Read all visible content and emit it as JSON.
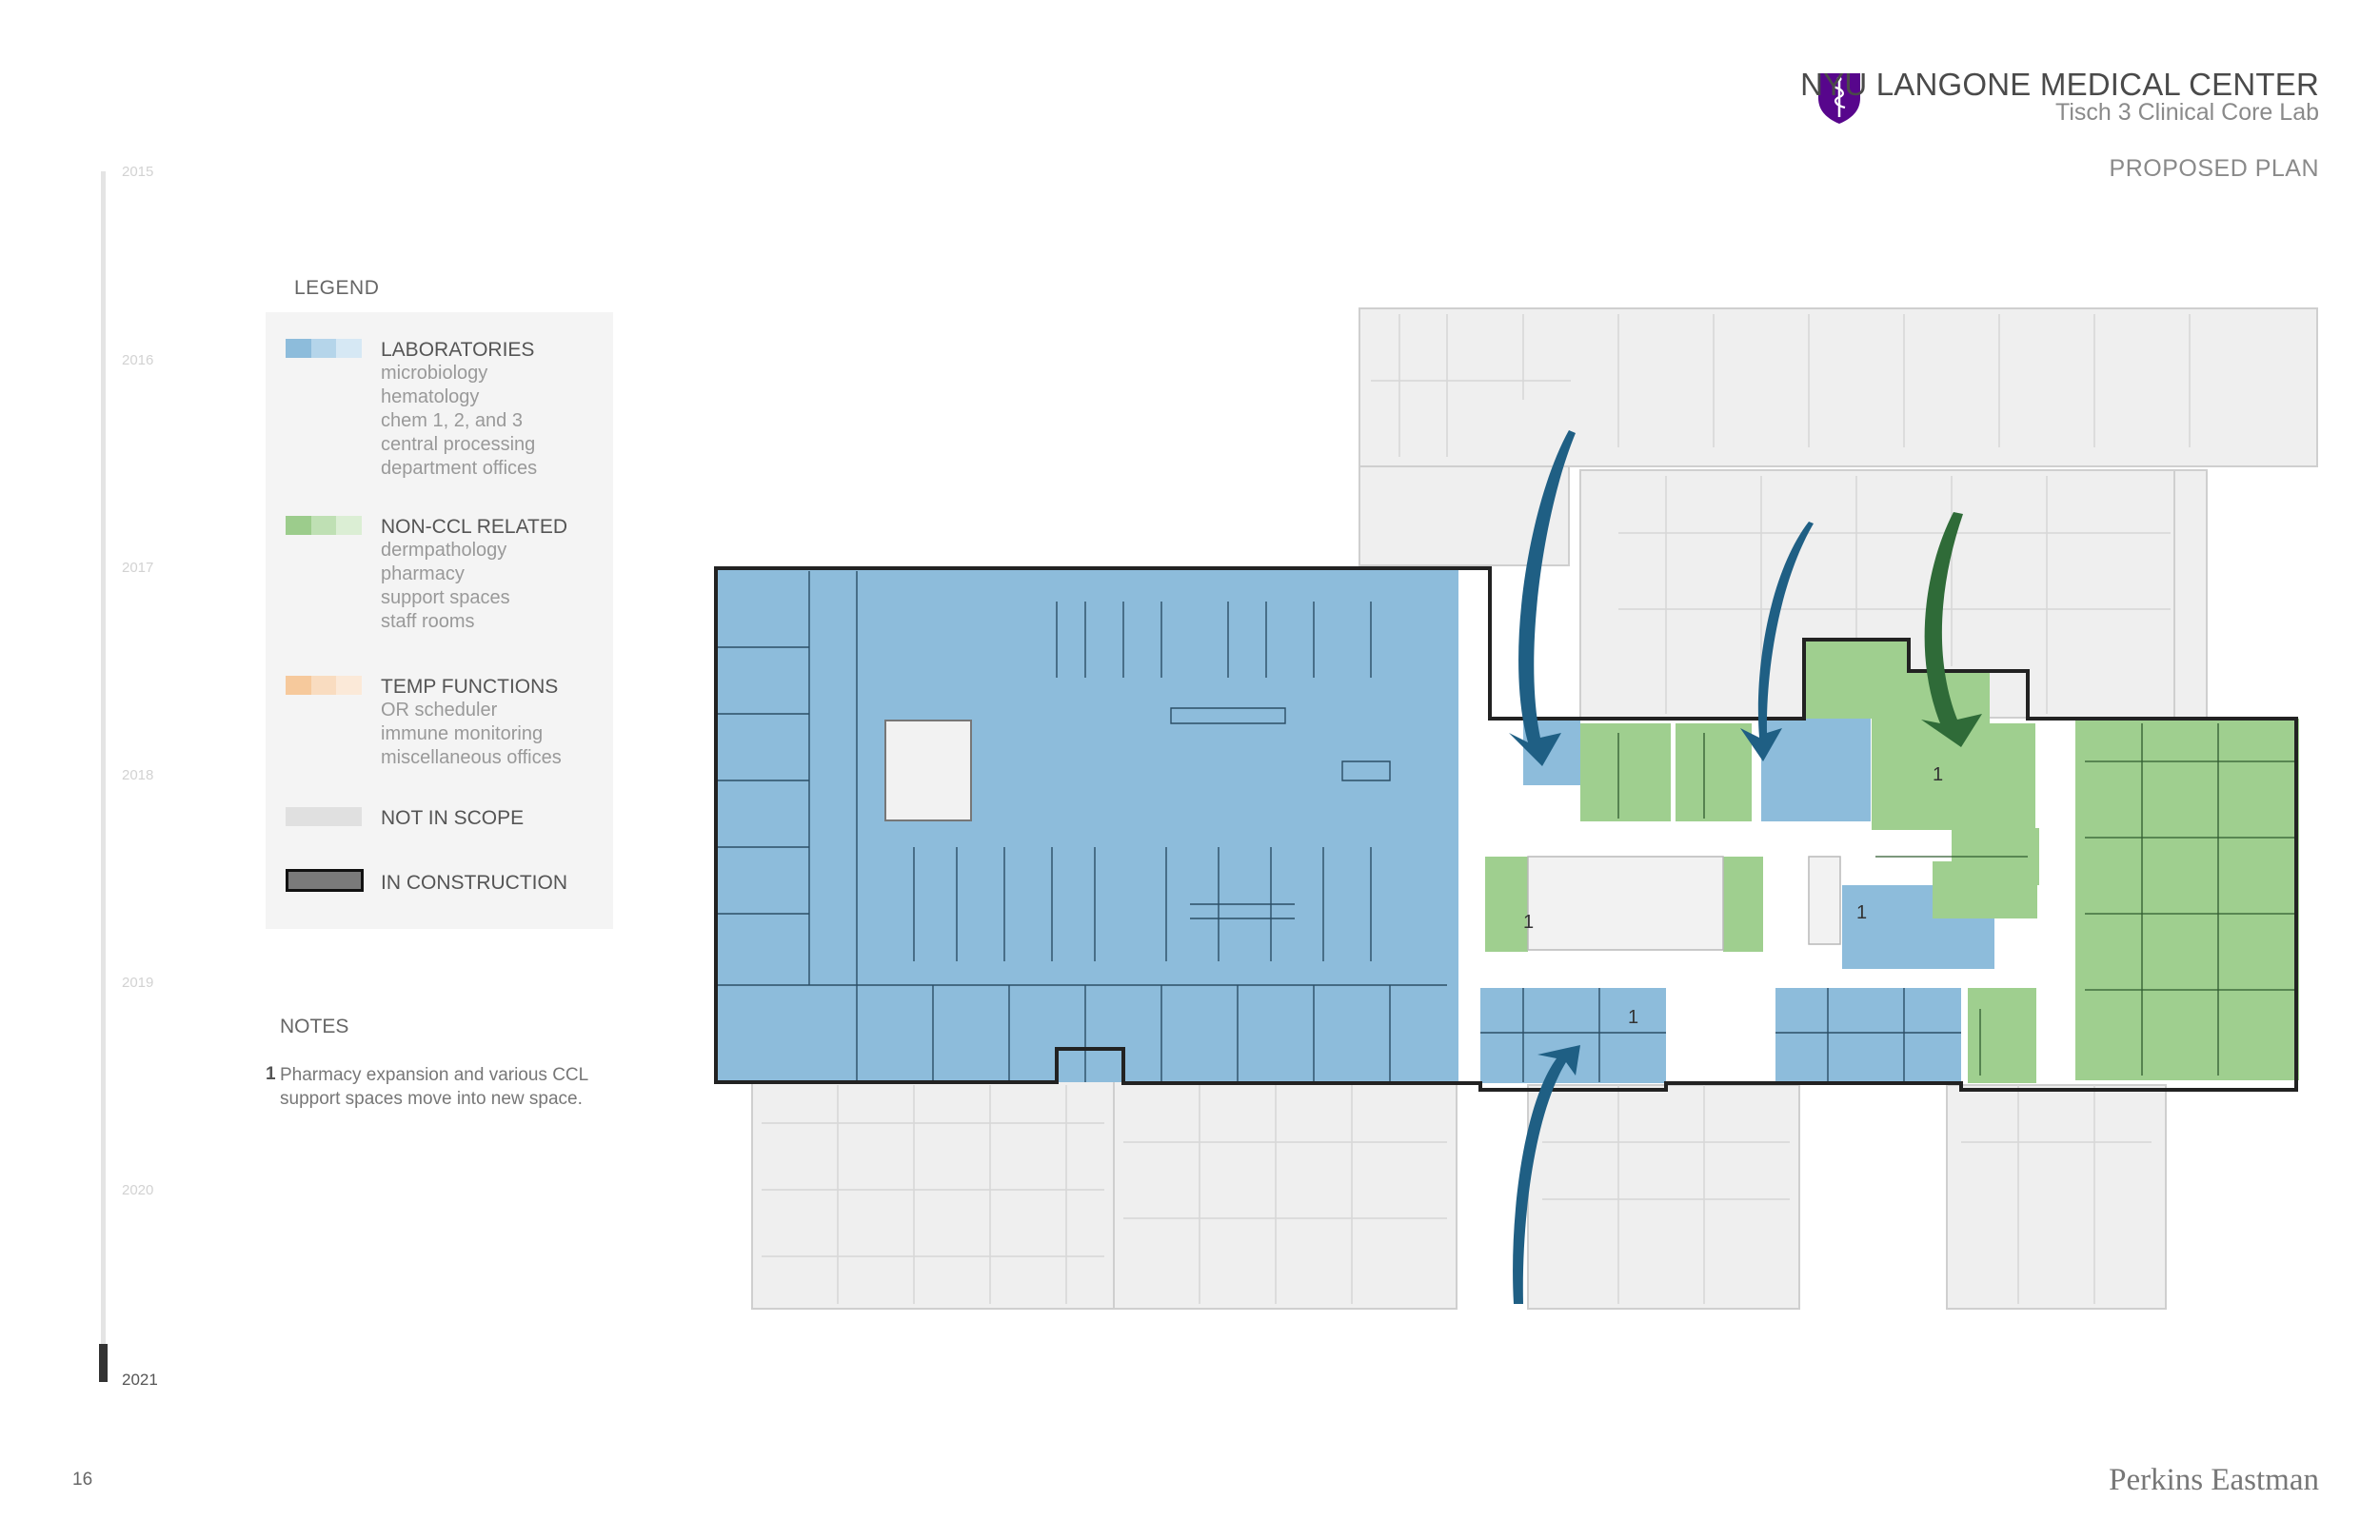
{
  "header": {
    "org_name": "NYU LANGONE MEDICAL CENTER",
    "subtitle": "Tisch 3 Clinical Core Lab",
    "plan_label": "PROPOSED PLAN",
    "logo_icon": "nyu-langone-shield-icon"
  },
  "timeline": {
    "years": [
      "2015",
      "2016",
      "2017",
      "2018",
      "2019",
      "2020",
      "2021"
    ],
    "current": "2021"
  },
  "legend": {
    "title": "LEGEND",
    "categories": [
      {
        "title": "LABORATORIES",
        "colors": [
          "#8dbcdb",
          "#b5d5ea",
          "#d6e8f4"
        ],
        "items": [
          "microbiology",
          "hematology",
          "chem 1, 2, and 3",
          "central processing",
          "department offices"
        ]
      },
      {
        "title": "NON-CCL RELATED",
        "colors": [
          "#9ccc8c",
          "#bfe0b4",
          "#dbeed4"
        ],
        "items": [
          "dermpathology",
          "pharmacy",
          "support spaces",
          "staff rooms"
        ]
      },
      {
        "title": "TEMP FUNCTIONS",
        "colors": [
          "#f6c99c",
          "#f9dcc0",
          "#fbe9d8"
        ],
        "items": [
          "OR scheduler",
          "immune monitoring",
          "miscellaneous offices"
        ]
      },
      {
        "title": "NOT IN SCOPE",
        "colors": [
          "#e0e0e0"
        ],
        "items": []
      },
      {
        "title": "IN CONSTRUCTION",
        "colors": [
          "#7a7a7a"
        ],
        "items": []
      }
    ]
  },
  "notes": {
    "title": "NOTES",
    "items": [
      {
        "num": "1",
        "text": "Pharmacy expansion and various CCL support spaces move into new space."
      }
    ]
  },
  "plan": {
    "room_markers": [
      "1",
      "1",
      "1",
      "1"
    ],
    "colors": {
      "lab": "#8dbcdb",
      "non_ccl": "#9fcf8f",
      "not_in_scope": "#ededed",
      "construction": "#333333",
      "arrow_blue": "#1f5f84",
      "arrow_green": "#2f6b38"
    }
  },
  "footer": {
    "page_number": "16",
    "firm": "Perkins Eastman"
  }
}
